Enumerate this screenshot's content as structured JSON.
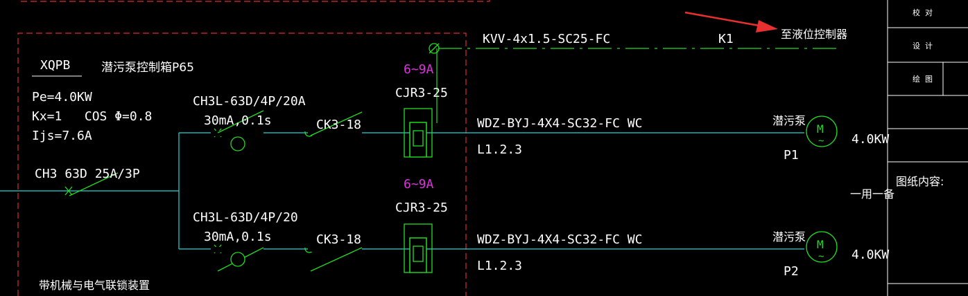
{
  "panel": {
    "code": "XQPB",
    "name": "潜污泵控制箱P65",
    "pe": "Pe=4.0KW",
    "kx_cos": "Kx=1   COS Φ=0.8",
    "ijs": "Ijs=7.6A",
    "interlock_note": "带机械与电气联锁装置"
  },
  "incoming": {
    "breaker": "CH3 63D 25A/3P"
  },
  "control_line": {
    "cable": "KVV-4x1.5-SC25-FC",
    "relay": "K1",
    "destination": "至液位控制器"
  },
  "branches": [
    {
      "rcbo": "CH3L-63D/4P/20A",
      "rcbo_rating": "30mA,0.1s",
      "contactor": "CK3-18",
      "overload_range": "6~9A",
      "overload_relay": "CJR3-25",
      "cable": "WDZ-BYJ-4X4-SC32-FC WC",
      "circuit": "L1.2.3",
      "load_name": "潜污泵",
      "load_id": "P1",
      "power": "4.0KW",
      "motor_letter": "M",
      "motor_tilde": "~"
    },
    {
      "rcbo": "CH3L-63D/4P/20",
      "rcbo_rating": "30mA,0.1s",
      "contactor": "CK3-18",
      "overload_range": "6~9A",
      "overload_relay": "CJR3-25",
      "cable": "WDZ-BYJ-4X4-SC32-FC WC",
      "circuit": "L1.2.3",
      "load_name": "潜污泵",
      "load_id": "P2",
      "power": "4.0KW",
      "motor_letter": "M",
      "motor_tilde": "~"
    }
  ],
  "duty_note": "一用一备",
  "title_block": {
    "check": "校  对",
    "design": "设  计",
    "drawing": "绘  图",
    "content_label": "图纸内容:"
  },
  "colors": {
    "background": "#000000",
    "wire": "#27d6d6",
    "symbol": "#22dd22",
    "boundary": "#d83030",
    "overload_range": "#dd33dd",
    "text": "#ffffff",
    "annotation_arrow": "#e83030"
  }
}
